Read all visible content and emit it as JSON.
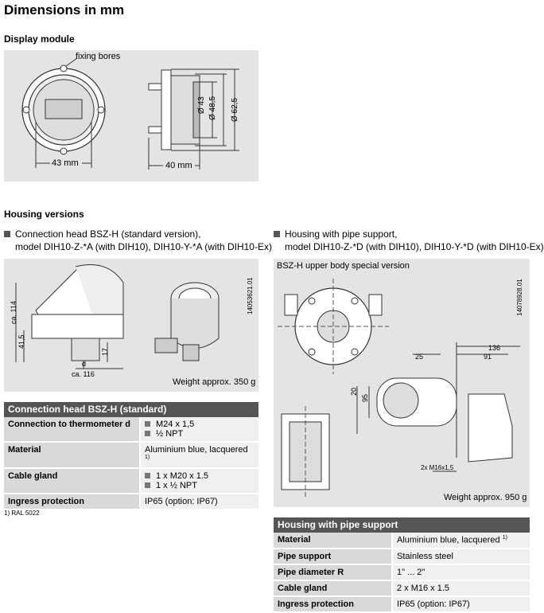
{
  "title": "Dimensions in mm",
  "display_module": {
    "heading": "Display module",
    "label_fixing_bores": "fixing bores",
    "dim_43mm": "43 mm",
    "dim_40mm": "40 mm",
    "dim_d43": "Ø 43",
    "dim_d48": "Ø 48,5",
    "dim_d62": "Ø 62,5"
  },
  "housing": {
    "heading": "Housing versions",
    "left_bullet_line1": "Connection head BSZ-H (standard version),",
    "left_bullet_line2": "model DIH10-Z-*A (with DIH10), DIH10-Y-*A (with DIH10-Ex)",
    "right_bullet_line1": "Housing with pipe support,",
    "right_bullet_line2": "model DIH10-Z-*D (with DIH10), DIH10-Y-*D (with DIH10-Ex)",
    "left_panel": {
      "dim_ca114": "ca. 114",
      "dim_41_5": "41,5",
      "dim_17": "17",
      "dim_ca116": "ca. 116",
      "dim_d": "d",
      "code": "14053621.01",
      "weight": "Weight approx. 350 g"
    },
    "right_panel": {
      "caption": "BSZ-H upper body special version",
      "code": "14078928.01",
      "dim_136": "136",
      "dim_91": "91",
      "dim_25": "25",
      "dim_20": "20",
      "dim_95": "95",
      "dim_m16": "2x M16x1,5",
      "weight": "Weight approx. 950 g"
    }
  },
  "table_left": {
    "header": "Connection head BSZ-H (standard)",
    "rows": [
      {
        "key": "Connection to thermometer d",
        "values": [
          "M24 x 1,5",
          "½ NPT"
        ]
      },
      {
        "key": "Material",
        "value": "Aluminium blue, lacquered",
        "sup": "1)"
      },
      {
        "key": "Cable gland",
        "values": [
          "1 x M20 x 1.5",
          "1 x ½ NPT"
        ]
      },
      {
        "key": "Ingress protection",
        "value": "IP65 (option: IP67)"
      }
    ],
    "footnote": "1) RAL 5022"
  },
  "table_right": {
    "header": "Housing with pipe support",
    "rows": [
      {
        "key": "Material",
        "value": "Aluminium blue, lacquered",
        "sup": "1)"
      },
      {
        "key": "Pipe support",
        "value": "Stainless steel"
      },
      {
        "key": "Pipe diameter R",
        "value": "1\" ... 2\""
      },
      {
        "key": "Cable gland",
        "value": "2 x M16 x 1.5"
      },
      {
        "key": "Ingress protection",
        "value": "IP65 (option: IP67)"
      }
    ]
  }
}
